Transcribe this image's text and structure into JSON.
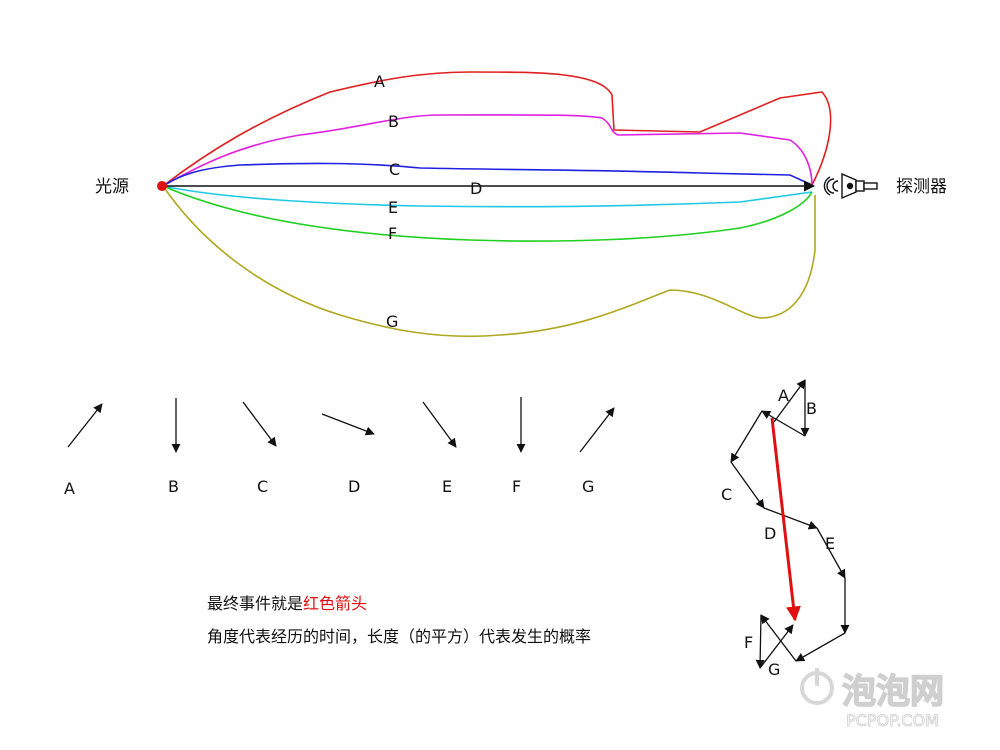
{
  "diagram": {
    "source_label": "光源",
    "detector_label": "探测器",
    "path_labels": [
      "A",
      "B",
      "C",
      "D",
      "E",
      "F",
      "G"
    ],
    "path_colors": {
      "A": "#e02020",
      "B": "#e020e0",
      "C": "#2020e0",
      "D": "#111111",
      "E": "#20c8e8",
      "F": "#20d020",
      "G": "#b0a820"
    },
    "arrow_labels": [
      "A",
      "B",
      "C",
      "D",
      "E",
      "F",
      "G"
    ],
    "chain_labels": [
      "A",
      "B",
      "C",
      "D",
      "E",
      "F",
      "G"
    ],
    "result_arrow_color": "#e01010"
  },
  "caption": {
    "line1_prefix": "最终事件就是",
    "line1_highlight": "红色箭头",
    "line2": "角度代表经历的时间，长度（的平方）代表发生的概率"
  },
  "watermark": {
    "brand": "泡泡网",
    "domain": "PCPOP.COM"
  }
}
